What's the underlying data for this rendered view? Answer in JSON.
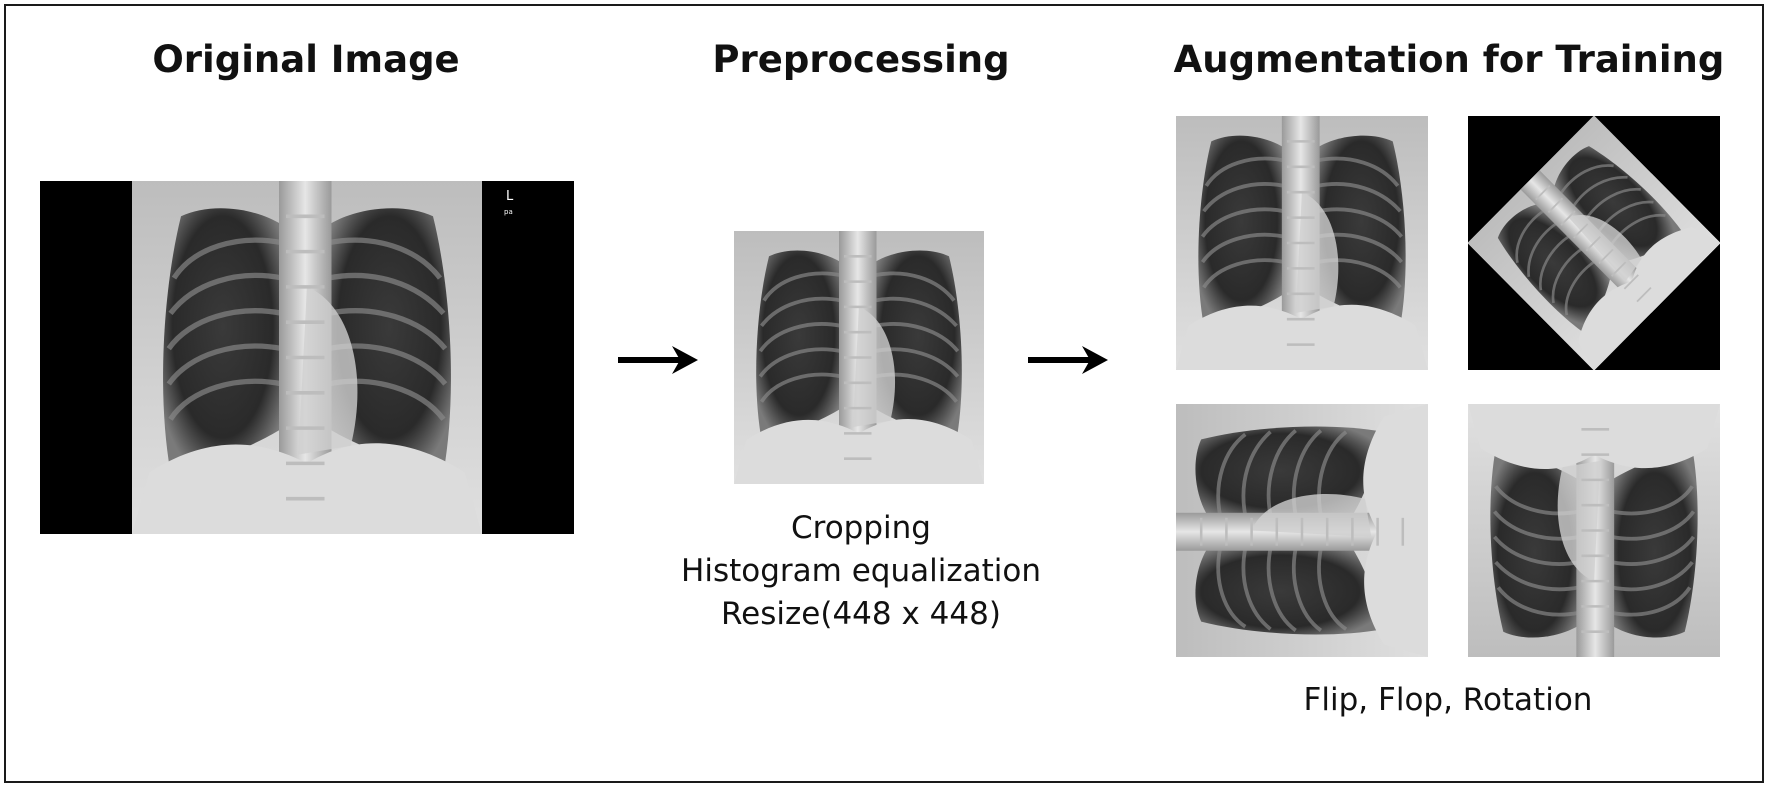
{
  "titles": {
    "original": "Original Image",
    "preprocessing": "Preprocessing",
    "augmentation": "Augmentation for Training"
  },
  "preprocessing_steps": [
    "Cropping",
    "Histogram equalization",
    "Resize(448 x 448)"
  ],
  "augmentation_caption": "Flip, Flop, Rotation",
  "original_marker": {
    "side": "L",
    "view": "pa"
  },
  "icons": {
    "arrow": "right-arrow-icon"
  }
}
